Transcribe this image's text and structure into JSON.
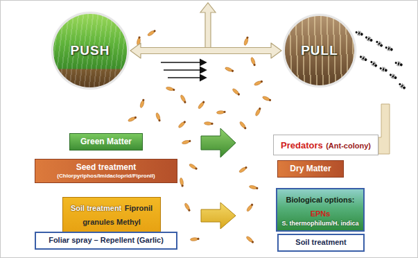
{
  "diagram": {
    "nodes": [
      {
        "text": [
          "PUSH"
        ]
      },
      {
        "text": [
          "PULL"
        ]
      },
      {
        "text": [
          "Green Matter"
        ]
      },
      {
        "text": [
          "Predators",
          "(Ant-colony)"
        ]
      },
      {
        "text": [
          "Seed treatment",
          "(Chlorpyriphos/Imidacloprid/Fipronil)"
        ]
      },
      {
        "text": [
          "Dry Matter"
        ]
      },
      {
        "text": [
          "Soil treatment",
          "Fipronil granules Methyl parathion"
        ]
      },
      {
        "text": [
          "Biological options:",
          "EPNs",
          "S. thermophilum/H. indica"
        ]
      },
      {
        "text": [
          "Foliar spray – Repellent (Garlic)"
        ]
      },
      {
        "text": [
          "Soil treatment"
        ]
      }
    ],
    "edges": [
      {
        "from": 0,
        "to": 1,
        "arrow": "both"
      }
    ]
  }
}
